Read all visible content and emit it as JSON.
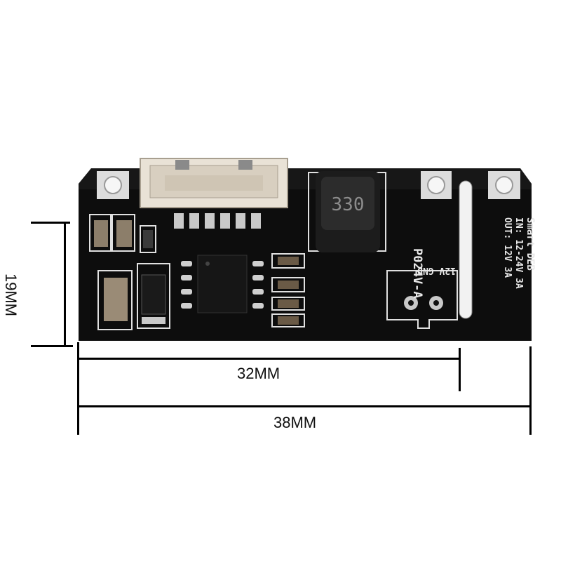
{
  "dimensions": {
    "height_label": "19MM",
    "inner_width_label": "32MM",
    "outer_width_label": "38MM"
  },
  "silkscreen": {
    "part_number": "P024V-A",
    "brand": "Smart DEB",
    "input": "IN: 12-24V 3A",
    "output": "OUT: 12V 3A",
    "pins": "12V GND",
    "inductor_marking": "330"
  },
  "colors": {
    "pcb": "#0d0d0d",
    "silkscreen": "#e8e8e8",
    "connector": "#e9e2d6",
    "pads": "#c9c9c9"
  }
}
